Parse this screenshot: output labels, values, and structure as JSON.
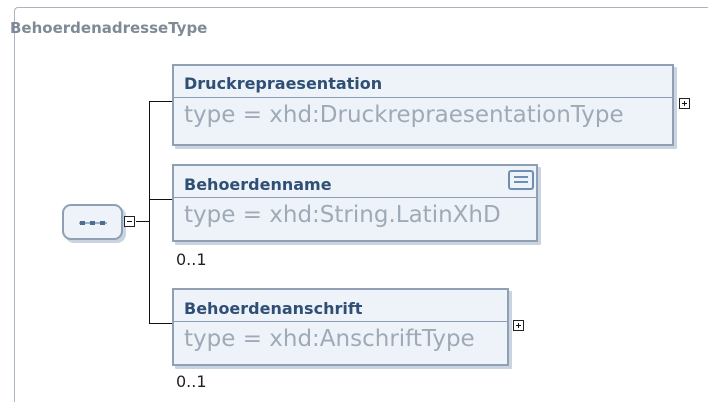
{
  "complex_type": {
    "name": "BehoerdenadresseType"
  },
  "sequence": {
    "icon": "sequence-compositor-icon"
  },
  "elements": [
    {
      "name": "Druckrepraesentation",
      "type": "type = xhd:DruckrepraesentationType",
      "occurrence": "",
      "expandable": true,
      "has_doc": false
    },
    {
      "name": "Behoerdenname",
      "type": "type = xhd:String.LatinXhD",
      "occurrence": "0..1",
      "expandable": false,
      "has_doc": true
    },
    {
      "name": "Behoerdenanschrift",
      "type": "type = xhd:AnschriftType",
      "occurrence": "0..1",
      "expandable": true,
      "has_doc": false
    }
  ],
  "colors": {
    "element_border": "#8fa0b4",
    "element_fill": "#eef3fa",
    "element_name": "#2f4f75",
    "type_text": "#a0aab6",
    "frame": "#a8b4c0"
  }
}
